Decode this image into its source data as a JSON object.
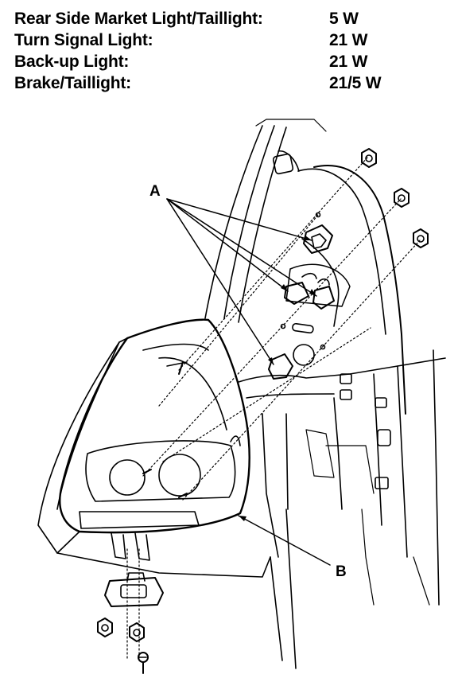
{
  "specs": [
    {
      "label": "Rear Side Market Light/Taillight:",
      "value": "5 W"
    },
    {
      "label": "Turn Signal Light:",
      "value": "21 W"
    },
    {
      "label": "Back-up Light:",
      "value": "21 W"
    },
    {
      "label": "Brake/Taillight:",
      "value": "21/5 W"
    }
  ],
  "callouts": {
    "a": "A",
    "b": "B"
  }
}
